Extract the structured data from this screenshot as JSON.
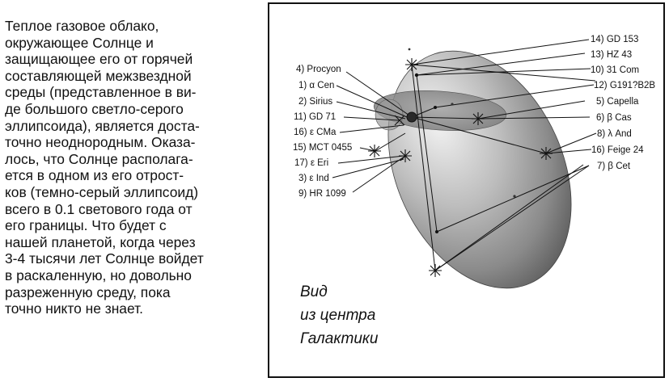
{
  "article": {
    "lines": [
      "Теплое газовое облако,",
      "окружающее Солнце и",
      "защищающее его от горячей",
      "составляющей межзвездной",
      "среды (представленное в ви-",
      "де большого светло-серого",
      "эллипсоида), является доста-",
      "точно неоднородным. Оказа-",
      "лось, что Солнце располага-",
      "ется в одном из его отрост-",
      "ков (темно-серый эллипсоид)",
      "всего в 0.1 светового года от",
      "его границы. Что будет с",
      "нашей планетой, когда через",
      "3-4 тысячи лет Солнце войдет",
      "в раскаленную, но довольно",
      "разреженную среду, пока",
      "точно никто не знает."
    ]
  },
  "figure": {
    "caption": [
      "Вид",
      "из центра",
      "Галактики"
    ],
    "labels_left": [
      "4) Procyon",
      "1) α Cen",
      "2) Sirius",
      "11) GD 71",
      "16) ε CMa",
      "15) MCT 0455",
      "17) ε Eri",
      "3) ε Ind",
      "9) HR 1099"
    ],
    "labels_right": [
      "14) GD 153",
      "13) HZ 43",
      "10) 31 Com",
      "12) G191?B2B",
      "5) Capella",
      "6) β Cas",
      "8) λ And",
      "16) Feige 24",
      "7) β Cet"
    ],
    "colors": {
      "large_ellipsoid_light": "#e2e2e2",
      "large_ellipsoid_dark": "#6a6a6a",
      "small_ellipsoid": "#8c8c8c",
      "ink": "#111111"
    }
  }
}
